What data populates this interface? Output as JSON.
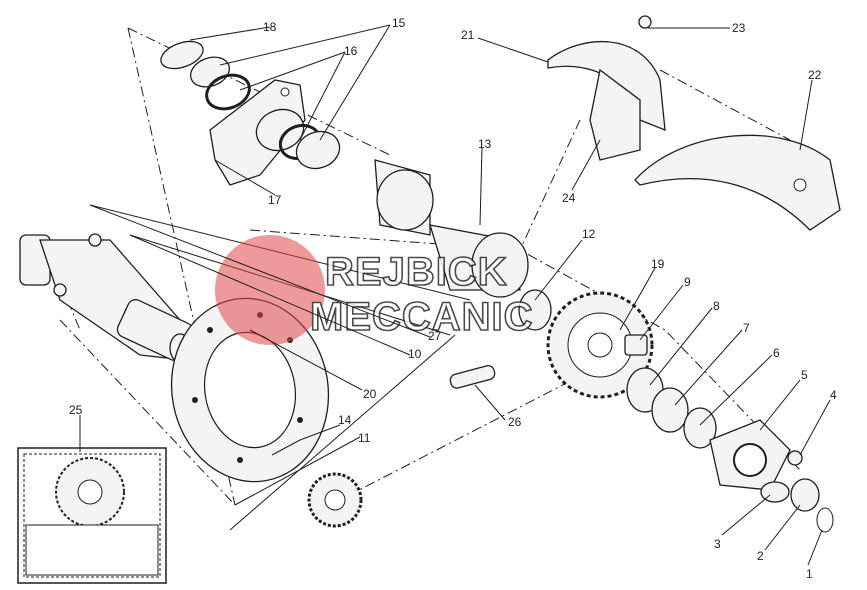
{
  "watermark": {
    "line1": "REJBICK",
    "line2": "MECCANIC",
    "color": "#e04a4a"
  },
  "callouts": [
    "1",
    "2",
    "3",
    "4",
    "5",
    "6",
    "7",
    "8",
    "9",
    "10",
    "11",
    "12",
    "13",
    "14",
    "15",
    "16",
    "17",
    "18",
    "19",
    "20",
    "21",
    "22",
    "23",
    "24",
    "25",
    "26",
    "27"
  ],
  "icons": {
    "watermark_logo": "stylized-K-circle-icon"
  }
}
